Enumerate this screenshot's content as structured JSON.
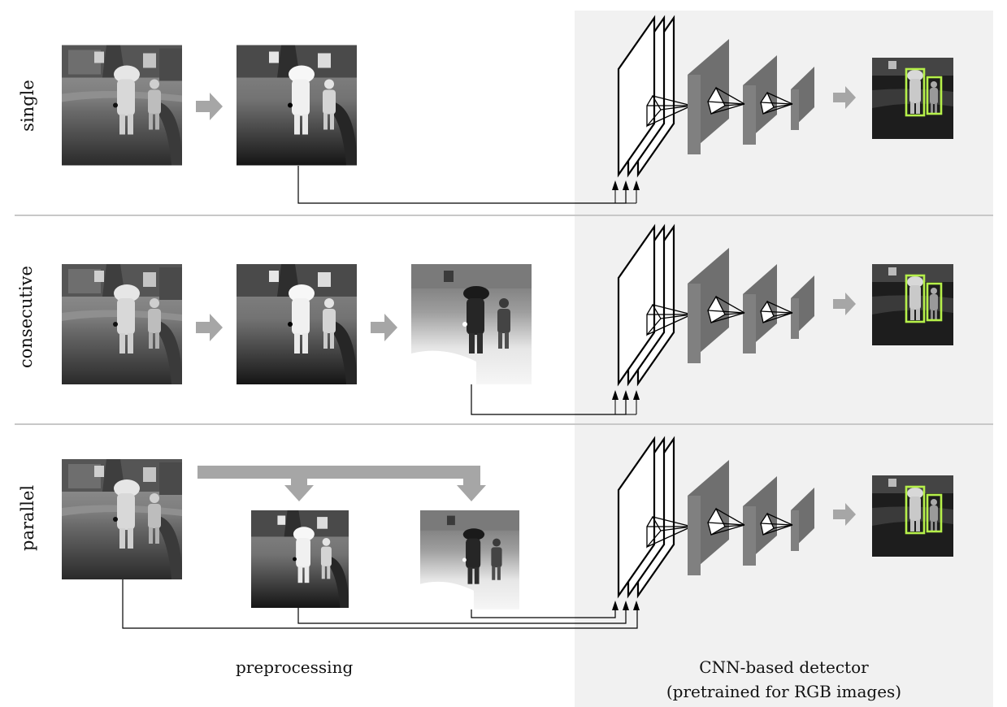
{
  "rows": [
    {
      "label": "single"
    },
    {
      "label": "consecutive"
    },
    {
      "label": "parallel"
    }
  ],
  "captions": {
    "preprocessing": "preprocessing",
    "detector_line1": "CNN-based detector",
    "detector_line2": "(pretrained for RGB images)"
  },
  "colors": {
    "detector_panel": "#f1f1f1",
    "flow_arrow": "#a6a6a6",
    "conv_block": "#6f6f6f",
    "bbox": "#b6f04a",
    "separator": "#c8c8c8"
  }
}
